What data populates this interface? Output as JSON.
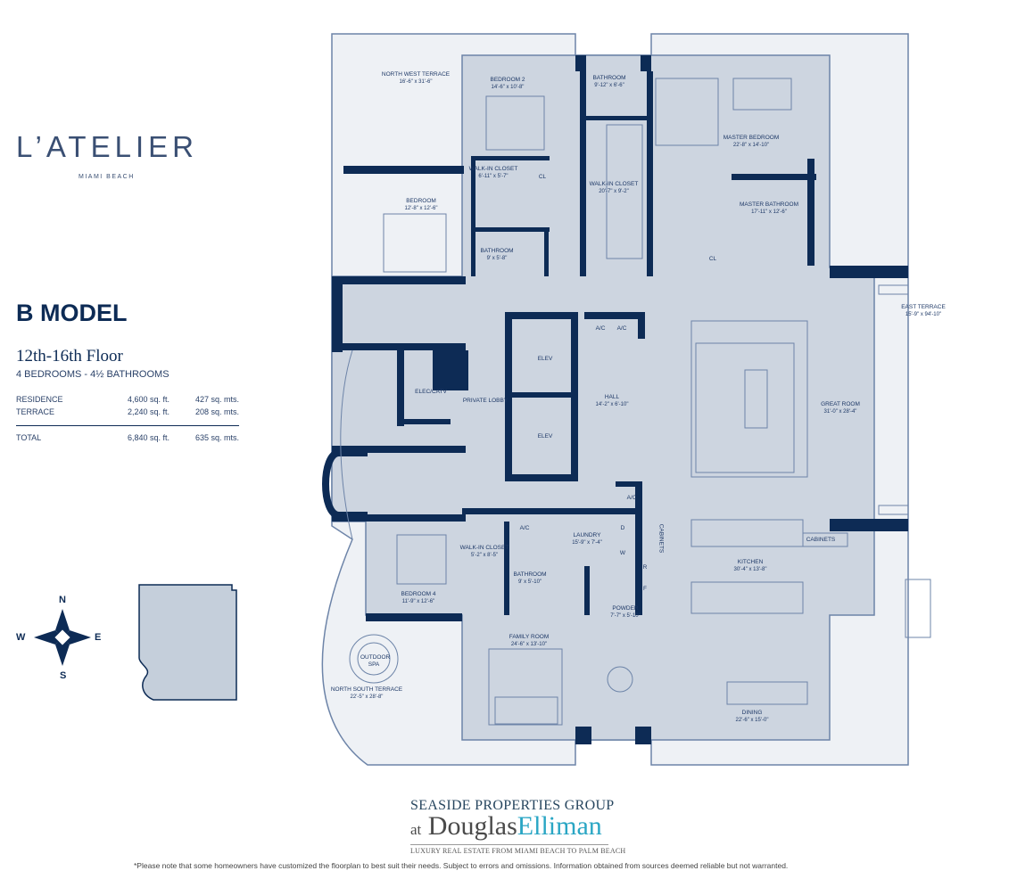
{
  "brand": {
    "name": "L’ATELIER",
    "location": "MIAMI BEACH"
  },
  "model": {
    "title": "B MODEL",
    "floors": "12th-16th Floor",
    "rooms_summary": "4 BEDROOMS - 4½ BATHROOMS",
    "areas": [
      {
        "label": "RESIDENCE",
        "sqft": "4,600 sq. ft.",
        "sqm": "427 sq. mts."
      },
      {
        "label": "TERRACE",
        "sqft": "2,240 sq. ft.",
        "sqm": "208 sq. mts."
      }
    ],
    "total": {
      "label": "TOTAL",
      "sqft": "6,840 sq. ft.",
      "sqm": "635 sq. mts."
    }
  },
  "compass": {
    "n": "N",
    "s": "S",
    "e": "E",
    "w": "W"
  },
  "rooms": [
    {
      "name": "NORTH WEST TERRACE",
      "dim": "16'-6\" x 31'-6\""
    },
    {
      "name": "BEDROOM 2",
      "dim": "14'-6\" x 10'-8\""
    },
    {
      "name": "BATHROOM",
      "dim": "9'-12\" x 6'-6\""
    },
    {
      "name": "MASTER BEDROOM",
      "dim": "22'-8\" x 14'-10\""
    },
    {
      "name": "WALK-IN CLOSET",
      "dim": "6'-11\" x 5'-7\""
    },
    {
      "name": "CL",
      "dim": ""
    },
    {
      "name": "WALK-IN CLOSET",
      "dim": "20'-7\" x 9'-2\""
    },
    {
      "name": "BEDROOM",
      "dim": "12'-8\" x 12'-6\""
    },
    {
      "name": "MASTER BATHROOM",
      "dim": "17'-11\" x 12'-6\""
    },
    {
      "name": "BATHROOM",
      "dim": "9' x 5'-8\""
    },
    {
      "name": "CL",
      "dim": ""
    },
    {
      "name": "EAST TERRACE",
      "dim": "15'-9\" x 94'-10\""
    },
    {
      "name": "A/C",
      "dim": ""
    },
    {
      "name": "A/C",
      "dim": ""
    },
    {
      "name": "ELEV",
      "dim": ""
    },
    {
      "name": "ELEC/CATV",
      "dim": ""
    },
    {
      "name": "PRIVATE LOBBY",
      "dim": ""
    },
    {
      "name": "HALL",
      "dim": "14'-2\" x 6'-10\""
    },
    {
      "name": "GREAT ROOM",
      "dim": "31'-0\" x 28'-4\""
    },
    {
      "name": "ELEV",
      "dim": ""
    },
    {
      "name": "A/C",
      "dim": ""
    },
    {
      "name": "A/C",
      "dim": ""
    },
    {
      "name": "LAUNDRY",
      "dim": "15'-9\" x 7'-4\""
    },
    {
      "name": "D",
      "dim": ""
    },
    {
      "name": "W",
      "dim": ""
    },
    {
      "name": "CABINETS",
      "dim": ""
    },
    {
      "name": "CABINETS",
      "dim": ""
    },
    {
      "name": "WALK-IN CLOSET",
      "dim": "5'-2\" x 8'-5\""
    },
    {
      "name": "BATHROOM",
      "dim": "9' x 5'-10\""
    },
    {
      "name": "KITCHEN",
      "dim": "30'-4\" x 13'-8\""
    },
    {
      "name": "R",
      "dim": ""
    },
    {
      "name": "F",
      "dim": ""
    },
    {
      "name": "POWDER",
      "dim": "7'-7\" x 5'-10\""
    },
    {
      "name": "BEDROOM 4",
      "dim": "11'-9\" x 12'-6\""
    },
    {
      "name": "FAMILY ROOM",
      "dim": "24'-6\" x 13'-10\""
    },
    {
      "name": "OUTDOOR SPA",
      "dim": ""
    },
    {
      "name": "NORTH SOUTH TERRACE",
      "dim": "22'-5\" x 28'-8\""
    },
    {
      "name": "DINING",
      "dim": "22'-6\" x 15'-0\""
    }
  ],
  "footer": {
    "logo_line1": "SEASIDE PROPERTIES GROUP",
    "logo_at": "at",
    "logo_douglas": "Douglas",
    "logo_elliman": "Elliman",
    "logo_tagline": "LUXURY REAL ESTATE FROM MIAMI BEACH TO PALM BEACH",
    "disclaimer": "*Please note that some homeowners have customized the floorplan to best suit their needs. Subject to errors and omissions. Information obtained from sources deemed reliable but not warranted."
  },
  "colors": {
    "wall": "#0d2b55",
    "interior": "#cdd5e0",
    "terrace": "#eef1f5",
    "line": "#6d84a8"
  }
}
